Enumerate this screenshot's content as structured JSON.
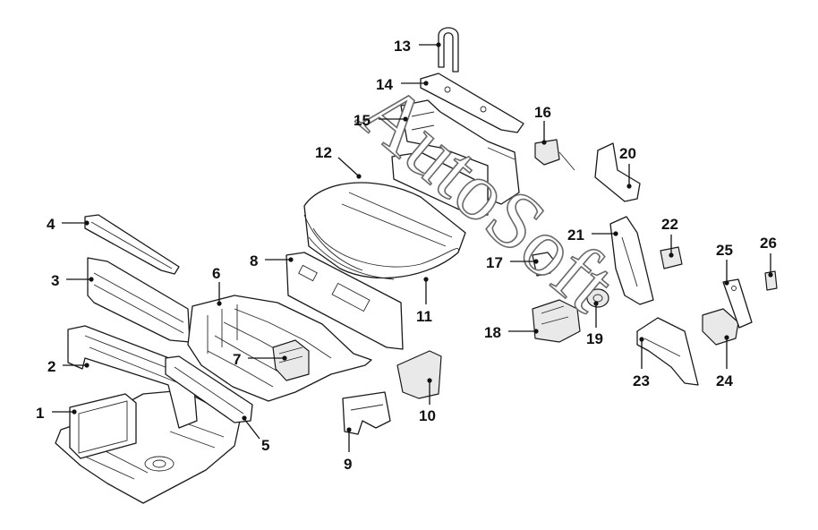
{
  "watermark": "AutoSoft",
  "callouts": [
    {
      "id": "1",
      "label": "1"
    },
    {
      "id": "2",
      "label": "2"
    },
    {
      "id": "3",
      "label": "3"
    },
    {
      "id": "4",
      "label": "4"
    },
    {
      "id": "5",
      "label": "5"
    },
    {
      "id": "6",
      "label": "6"
    },
    {
      "id": "7",
      "label": "7"
    },
    {
      "id": "8",
      "label": "8"
    },
    {
      "id": "9",
      "label": "9"
    },
    {
      "id": "10",
      "label": "10"
    },
    {
      "id": "11",
      "label": "11"
    },
    {
      "id": "12",
      "label": "12"
    },
    {
      "id": "13",
      "label": "13"
    },
    {
      "id": "14",
      "label": "14"
    },
    {
      "id": "15",
      "label": "15"
    },
    {
      "id": "16",
      "label": "16"
    },
    {
      "id": "17",
      "label": "17"
    },
    {
      "id": "18",
      "label": "18"
    },
    {
      "id": "19",
      "label": "19"
    },
    {
      "id": "20",
      "label": "20"
    },
    {
      "id": "21",
      "label": "21"
    },
    {
      "id": "22",
      "label": "22"
    },
    {
      "id": "23",
      "label": "23"
    },
    {
      "id": "24",
      "label": "24"
    },
    {
      "id": "25",
      "label": "25"
    },
    {
      "id": "26",
      "label": "26"
    }
  ]
}
